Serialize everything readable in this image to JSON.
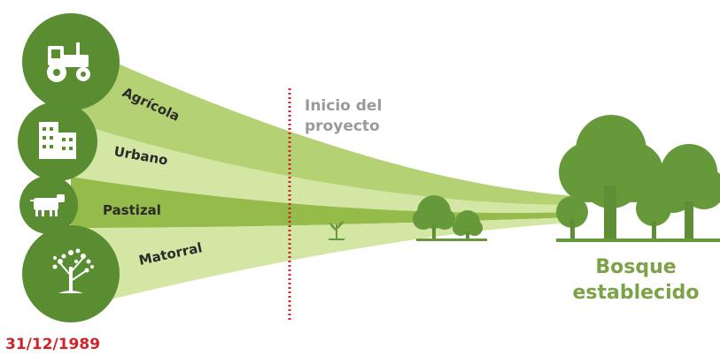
{
  "colors": {
    "circle": "#5a8c32",
    "band_light": "#d3e6a4",
    "band_mid": "#b4d174",
    "band_dark": "#95bb4b",
    "tree": "#66993a",
    "tree_trunk": "#5e8e35",
    "icon": "#ffffff",
    "project_line": "#d0232b",
    "project_text": "#9a9a9a",
    "result_text": "#7ca246",
    "date_text": "#d0232b",
    "band_label": "#2b2b2b"
  },
  "categories": [
    {
      "label": "Agrícola",
      "icon": "tractor-icon"
    },
    {
      "label": "Urbano",
      "icon": "building-icon"
    },
    {
      "label": "Pastizal",
      "icon": "cow-icon"
    },
    {
      "label": "Matorral",
      "icon": "shrub-icon"
    }
  ],
  "project_start": {
    "line1": "Inicio del",
    "line2": "proyecto"
  },
  "result": {
    "line1": "Bosque",
    "line2": "establecido"
  },
  "date": "31/12/1989"
}
